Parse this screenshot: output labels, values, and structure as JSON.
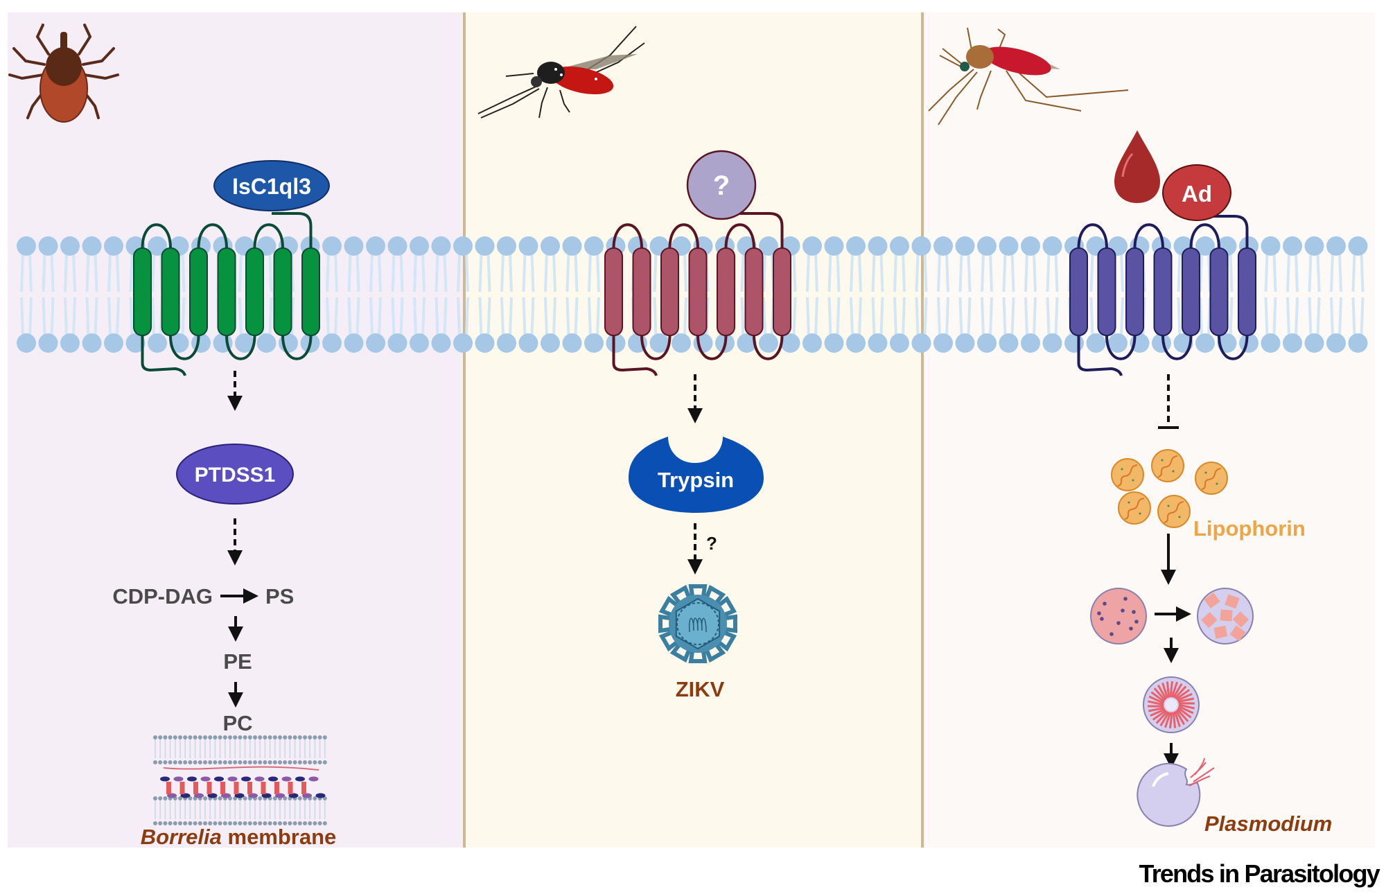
{
  "figure": {
    "journal": "Trends in Parasitology",
    "colors": {
      "panel_tick_bg": "#f5eef7",
      "panel_aedes_bg": "#fdf9ec",
      "panel_anopheles_bg": "#fdf9f6",
      "divider": "#cdb896",
      "lipid_head": "#a7c7e7",
      "lipid_tail": "#d3e6f5",
      "gpcr_tick": "#06923e",
      "gpcr_tick_line": "#0b4a36",
      "gpcr_aedes": "#ae5468",
      "gpcr_aedes_line": "#5a1524",
      "gpcr_anopheles": "#5a53a3",
      "gpcr_anopheles_line": "#1e1d5a",
      "label_dark": "#4a4a4a",
      "label_brown": "#8b3d10",
      "lipophorin_orange": "#eda548"
    }
  },
  "panels": [
    {
      "vector": "tick",
      "vector_icon": "tick-icon",
      "ligand": "IsC1ql3",
      "ligand_color": "#1e56a8",
      "effector": "PTDSS1",
      "effector_color": "#5a4ec0",
      "pathway": {
        "substrate": "CDP-DAG",
        "steps": [
          "PS",
          "PE",
          "PC"
        ]
      },
      "target": "Borrelia",
      "target_suffix": "membrane"
    },
    {
      "vector": "aedes-mosquito",
      "vector_icon": "aedes-mosquito-icon",
      "ligand": "?",
      "ligand_color": "#ada4cc",
      "effector": "Trypsin",
      "effector_color": "#0a50b4",
      "link_unknown": "?",
      "target": "ZIKV"
    },
    {
      "vector": "anopheles-mosquito",
      "vector_icon": "anopheles-mosquito-icon",
      "ligand": "Ad",
      "ligand_color": "#c53a3c",
      "stimulus_icon": "blood-drop-icon",
      "effector": "Lipophorin",
      "relation": "inhibits",
      "stages": [
        "oocyst",
        "sporoblast",
        "sporozoite-forming oocyst",
        "ruptured oocyst"
      ],
      "target": "Plasmodium"
    }
  ]
}
